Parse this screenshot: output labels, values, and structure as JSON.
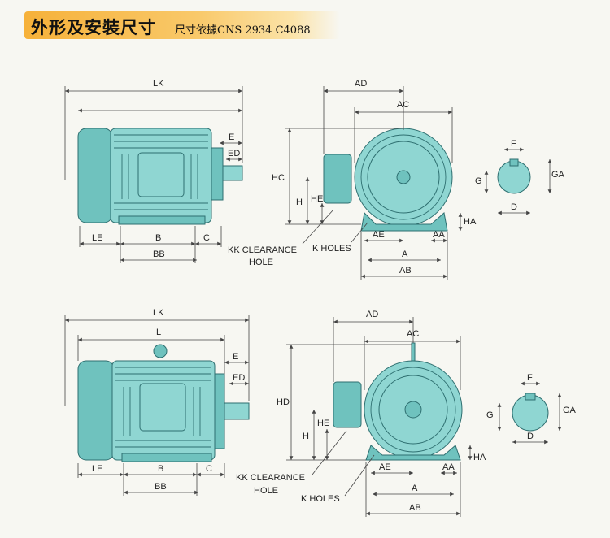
{
  "header": {
    "title": "外形及安裝尺寸",
    "subtitle": "尺寸依據CNS 2934 C4088"
  },
  "top_side": {
    "lk": "LK",
    "e": "E",
    "ed": "ED",
    "le": "LE",
    "b": "B",
    "c": "C",
    "bb": "BB"
  },
  "top_front": {
    "ad": "AD",
    "ac": "AC",
    "hc": "HC",
    "h": "H",
    "he": "HE",
    "ha": "HA",
    "ae": "AE",
    "aa": "AA",
    "a": "A",
    "ab": "AB",
    "kk_clearance": "KK CLEARANCE",
    "hole": "HOLE",
    "k_holes": "K HOLES"
  },
  "top_shaft": {
    "f": "F",
    "g": "G",
    "ga": "GA",
    "d": "D"
  },
  "bottom_side": {
    "lk": "LK",
    "l": "L",
    "e": "E",
    "ed": "ED",
    "le": "LE",
    "b": "B",
    "c": "C",
    "bb": "BB"
  },
  "bottom_front": {
    "ad": "AD",
    "ac": "AC",
    "hd": "HD",
    "h": "H",
    "he": "HE",
    "ha": "HA",
    "ae": "AE",
    "aa": "AA",
    "a": "A",
    "ab": "AB",
    "kk_clearance": "KK CLEARANCE",
    "hole": "HOLE",
    "k_holes": "K HOLES"
  },
  "bottom_shaft": {
    "f": "F",
    "g": "G",
    "ga": "GA",
    "d": "D"
  },
  "colors": {
    "motor_body": "#8fd6d2",
    "title_bar": "#f6b13a"
  }
}
